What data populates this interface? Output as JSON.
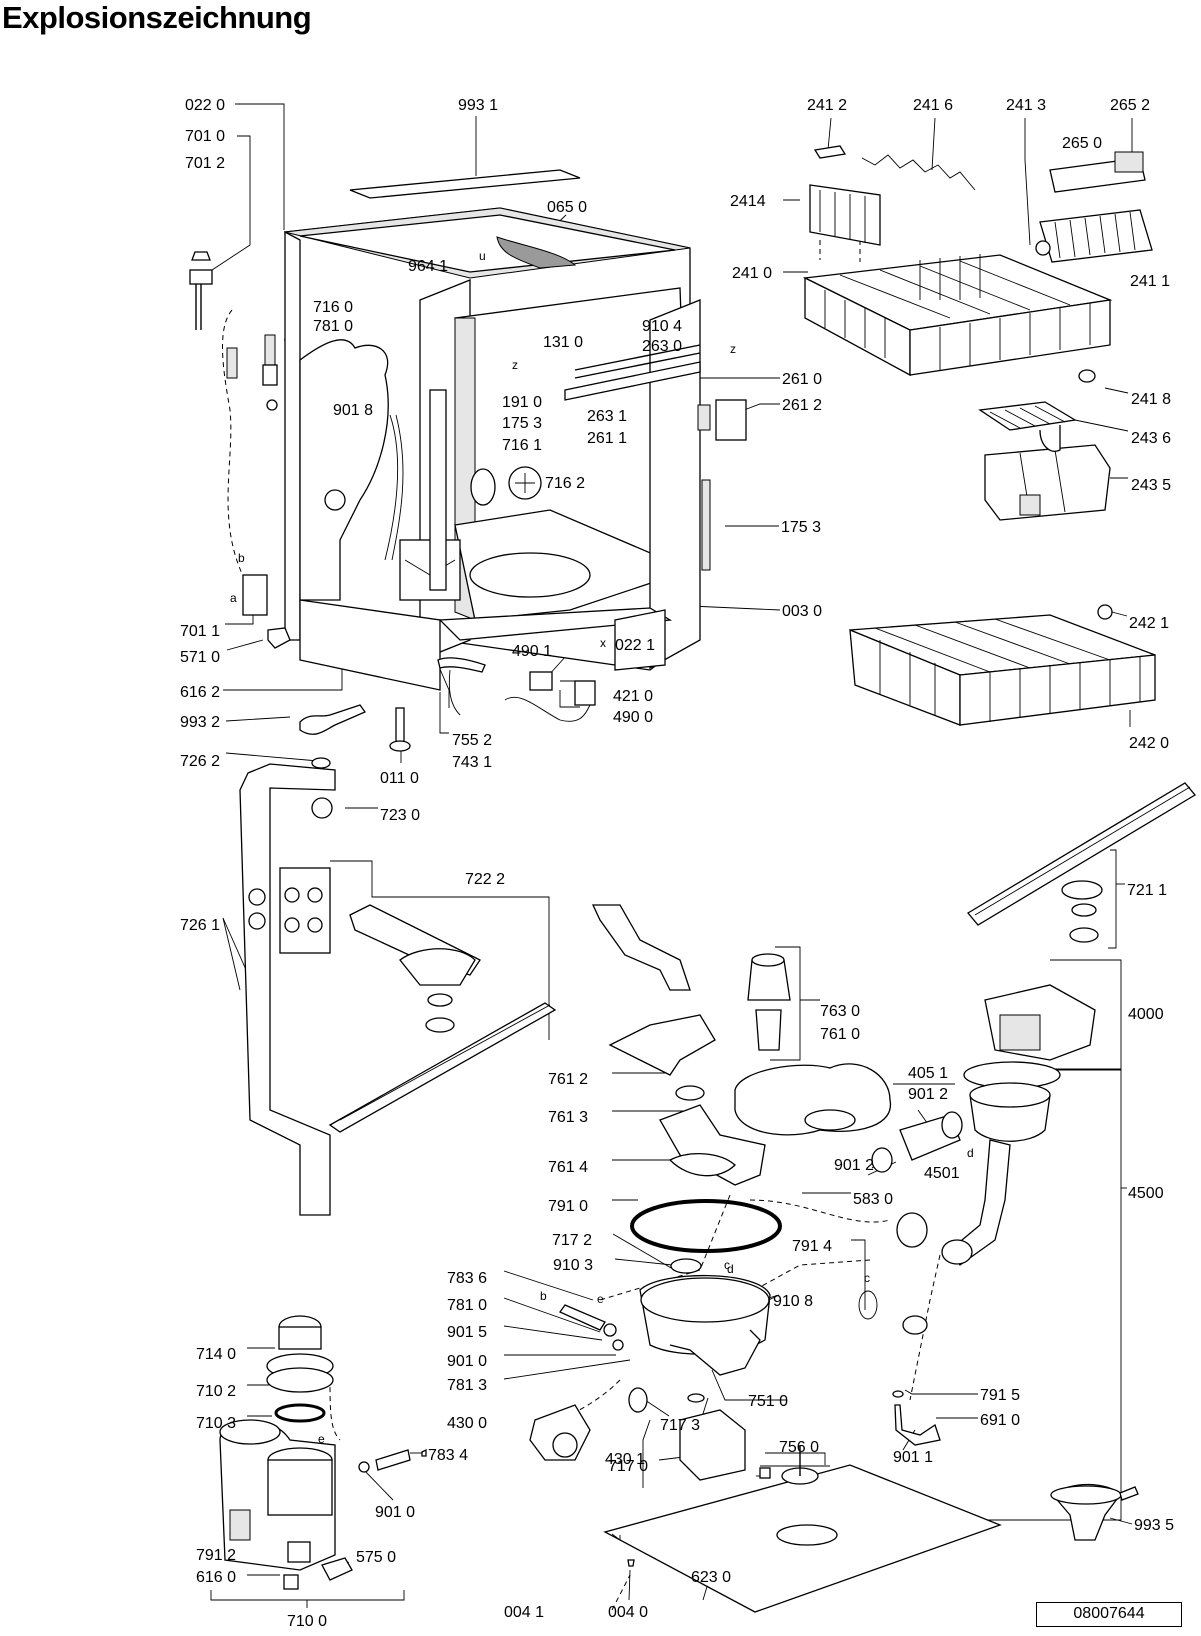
{
  "title": "Explosionszeichnung",
  "drawing_number": "08007644",
  "callouts": [
    "022 0",
    "701 0",
    "701 2",
    "993 1",
    "065 0",
    "964 1",
    "716 0",
    "781 0",
    "901 8",
    "131 0",
    "910 4",
    "263 0",
    "261 0",
    "263 1",
    "261 1",
    "261 2",
    "191 0",
    "175 3",
    "716 1",
    "716 2",
    "175 3",
    "003 0",
    "241 2",
    "241 6",
    "241 3",
    "265 2",
    "265 0",
    "2414",
    "241 0",
    "241 1",
    "241 8",
    "243 6",
    "243 5",
    "242 1",
    "242 0",
    "701 1",
    "571 0",
    "616 2",
    "993 2",
    "022 1",
    "490 1",
    "421 0",
    "490 0",
    "755 2",
    "743 1",
    "011 0",
    "726 2",
    "723 0",
    "722 2",
    "726 1",
    "721 1",
    "763 0",
    "761 0",
    "4000",
    "761 2",
    "761 3",
    "405 1",
    "901 2",
    "901 2",
    "4501",
    "761 4",
    "791 0",
    "583 0",
    "4500",
    "717 2",
    "791 4",
    "910 3",
    "783 6",
    "910 8",
    "781 0",
    "901 5",
    "901 0",
    "781 3",
    "751 0",
    "901 1",
    "714 0",
    "710 2",
    "710 3",
    "430 0",
    "430 1",
    "717 3",
    "791 5",
    "691 0",
    "783 4",
    "756 0",
    "717 0",
    "901 0",
    "993 5",
    "623 0",
    "791 2",
    "616 0",
    "575 0",
    "710 0",
    "004 1",
    "004 0"
  ],
  "letters": [
    "u",
    "z",
    "z",
    "x",
    "b",
    "a",
    "b",
    "e",
    "c",
    "d",
    "d",
    "e",
    "c"
  ],
  "colors": {
    "line": "#000000",
    "background": "#ffffff",
    "shade": "#9a9a9a"
  }
}
